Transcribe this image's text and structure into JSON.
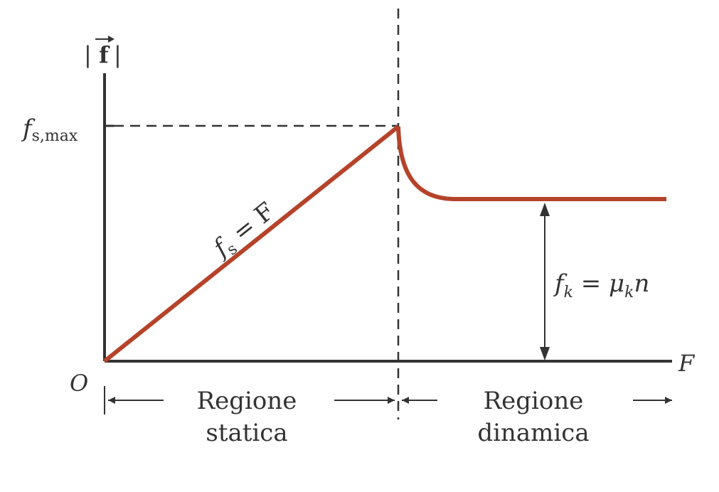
{
  "axes": {
    "y_label_vec": "f",
    "y_label_bars": "|",
    "x_label": "F",
    "origin_label": "O",
    "fsmax_label": {
      "main": "f",
      "sub": "s,max"
    }
  },
  "curves": {
    "static_label": {
      "main": "f",
      "sub": "s",
      "rest": " = F"
    },
    "kinetic_label": {
      "f": "f",
      "fsub": "k",
      "eq": " = ",
      "mu": "μ",
      "musub": "k",
      "n": "n"
    }
  },
  "regions": {
    "static": {
      "line1": "Regione",
      "line2": "statica"
    },
    "dynamic": {
      "line1": "Regione",
      "line2": "dinamica"
    }
  },
  "colors": {
    "curve": "#b5432a",
    "axis": "#333333"
  }
}
